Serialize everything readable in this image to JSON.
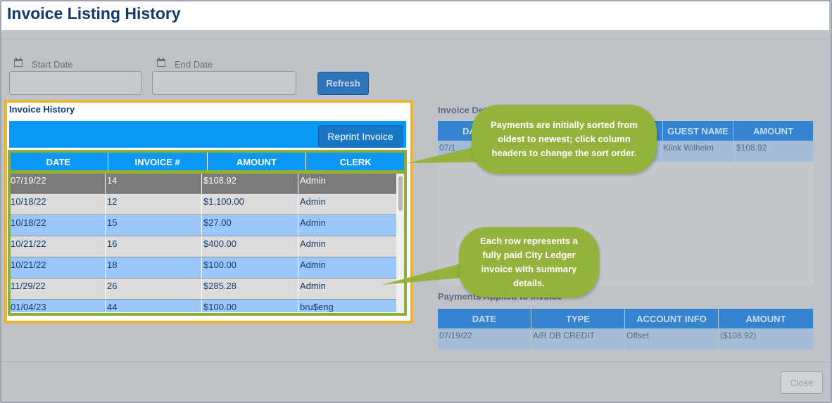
{
  "window": {
    "title": "Invoice Listing History"
  },
  "filters": {
    "start_date_label": "Start Date",
    "start_date_value": "",
    "end_date_label": "End Date",
    "end_date_value": "",
    "refresh_label": "Refresh"
  },
  "invoice_history": {
    "title": "Invoice History",
    "reprint_label": "Reprint Invoice",
    "columns": [
      "DATE",
      "INVOICE #",
      "AMOUNT",
      "CLERK"
    ],
    "rows": [
      {
        "date": "07/19/22",
        "invoice": "14",
        "amount": "$108.92",
        "clerk": "Admin",
        "selected": true
      },
      {
        "date": "10/18/22",
        "invoice": "12",
        "amount": "$1,100.00",
        "clerk": "Admin"
      },
      {
        "date": "10/18/22",
        "invoice": "15",
        "amount": "$27.00",
        "clerk": "Admin"
      },
      {
        "date": "10/21/22",
        "invoice": "16",
        "amount": "$400.00",
        "clerk": "Admin"
      },
      {
        "date": "10/21/22",
        "invoice": "18",
        "amount": "$100.00",
        "clerk": "Admin"
      },
      {
        "date": "11/29/22",
        "invoice": "26",
        "amount": "$285.28",
        "clerk": "Admin"
      },
      {
        "date": "01/04/23",
        "invoice": "44",
        "amount": "$100.00",
        "clerk": "bru$eng"
      }
    ]
  },
  "invoice_details": {
    "title": "Invoice Det",
    "columns": [
      "DA",
      "GUEST NAME",
      "AMOUNT"
    ],
    "row": {
      "date": "07/1",
      "guest": "Klink Wilhelm",
      "amount": "$108.92"
    }
  },
  "payments_applied": {
    "title": "Payments Applied to Invoice",
    "columns": [
      "DATE",
      "TYPE",
      "ACCOUNT INFO",
      "AMOUNT"
    ],
    "row": {
      "date": "07/19/22",
      "type": "A/R DB CREDIT",
      "account": "Offset",
      "amount": "($108.92)"
    }
  },
  "callouts": {
    "sort": "Payments are initially sorted from oldest to newest; click column headers to change the sort order.",
    "rows": "Each row represents a fully paid City Ledger invoice with summary details."
  },
  "close_label": "Close",
  "colors": {
    "highlight": "#e9b52e",
    "callout": "#94b33d",
    "header_blue": "#0b98f5"
  }
}
